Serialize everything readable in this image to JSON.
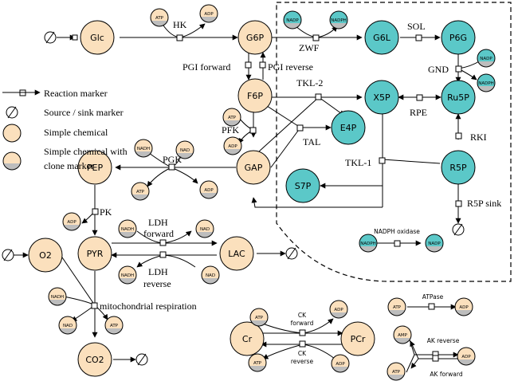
{
  "colors": {
    "simple_chemical": "#fbe0bd",
    "clone_marker": "#bdbdbd",
    "compartment_chemical": "#5bc8c8",
    "line": "#000000"
  },
  "legend": {
    "reaction_marker": "Reaction marker",
    "source_sink_marker": "Source / sink marker",
    "simple_chemical": "Simple chemical",
    "clone_line1": "Simple chemical with",
    "clone_line2": "clone marker"
  },
  "metabolites": {
    "glc": "Glc",
    "g6p": "G6P",
    "f6p": "F6P",
    "gap": "GAP",
    "pep": "PEP",
    "pyr": "PYR",
    "lac": "LAC",
    "o2": "O2",
    "co2": "CO2",
    "g6l": "G6L",
    "p6g": "P6G",
    "ru5p": "Ru5P",
    "x5p": "X5P",
    "e4p": "E4P",
    "s7p": "S7P",
    "r5p": "R5P",
    "cr": "Cr",
    "pcr": "PCr"
  },
  "cofactors": {
    "atp": "ATP",
    "adp": "ADP",
    "nad": "NAD",
    "nadh": "NADH",
    "nadp": "NADP",
    "nadph": "NADPH",
    "amp": "AMP"
  },
  "reactions": {
    "hk": "HK",
    "pgi_forward": "PGI forward",
    "pgi_reverse": "PGI reverse",
    "zwf": "ZWF",
    "sol": "SOL",
    "gnd": "GND",
    "rpe": "RPE",
    "rki": "RKI",
    "tkl2": "TKL-2",
    "tkl1": "TKL-1",
    "tal": "TAL",
    "pfk": "PFK",
    "pgk": "PGK",
    "pk": "PK",
    "ldh_forward_1": "LDH",
    "ldh_forward_2": "forward",
    "ldh_reverse_1": "LDH",
    "ldh_reverse_2": "reverse",
    "r5p_sink": "R5P sink",
    "nadph_oxidase": "NADPH oxidase",
    "mito": "mitochondrial respiration",
    "ck_forward_1": "CK",
    "ck_forward_2": "forward",
    "ck_reverse_1": "CK",
    "ck_reverse_2": "reverse",
    "atpase": "ATPase",
    "ak_reverse": "AK reverse",
    "ak_forward": "AK forward"
  }
}
